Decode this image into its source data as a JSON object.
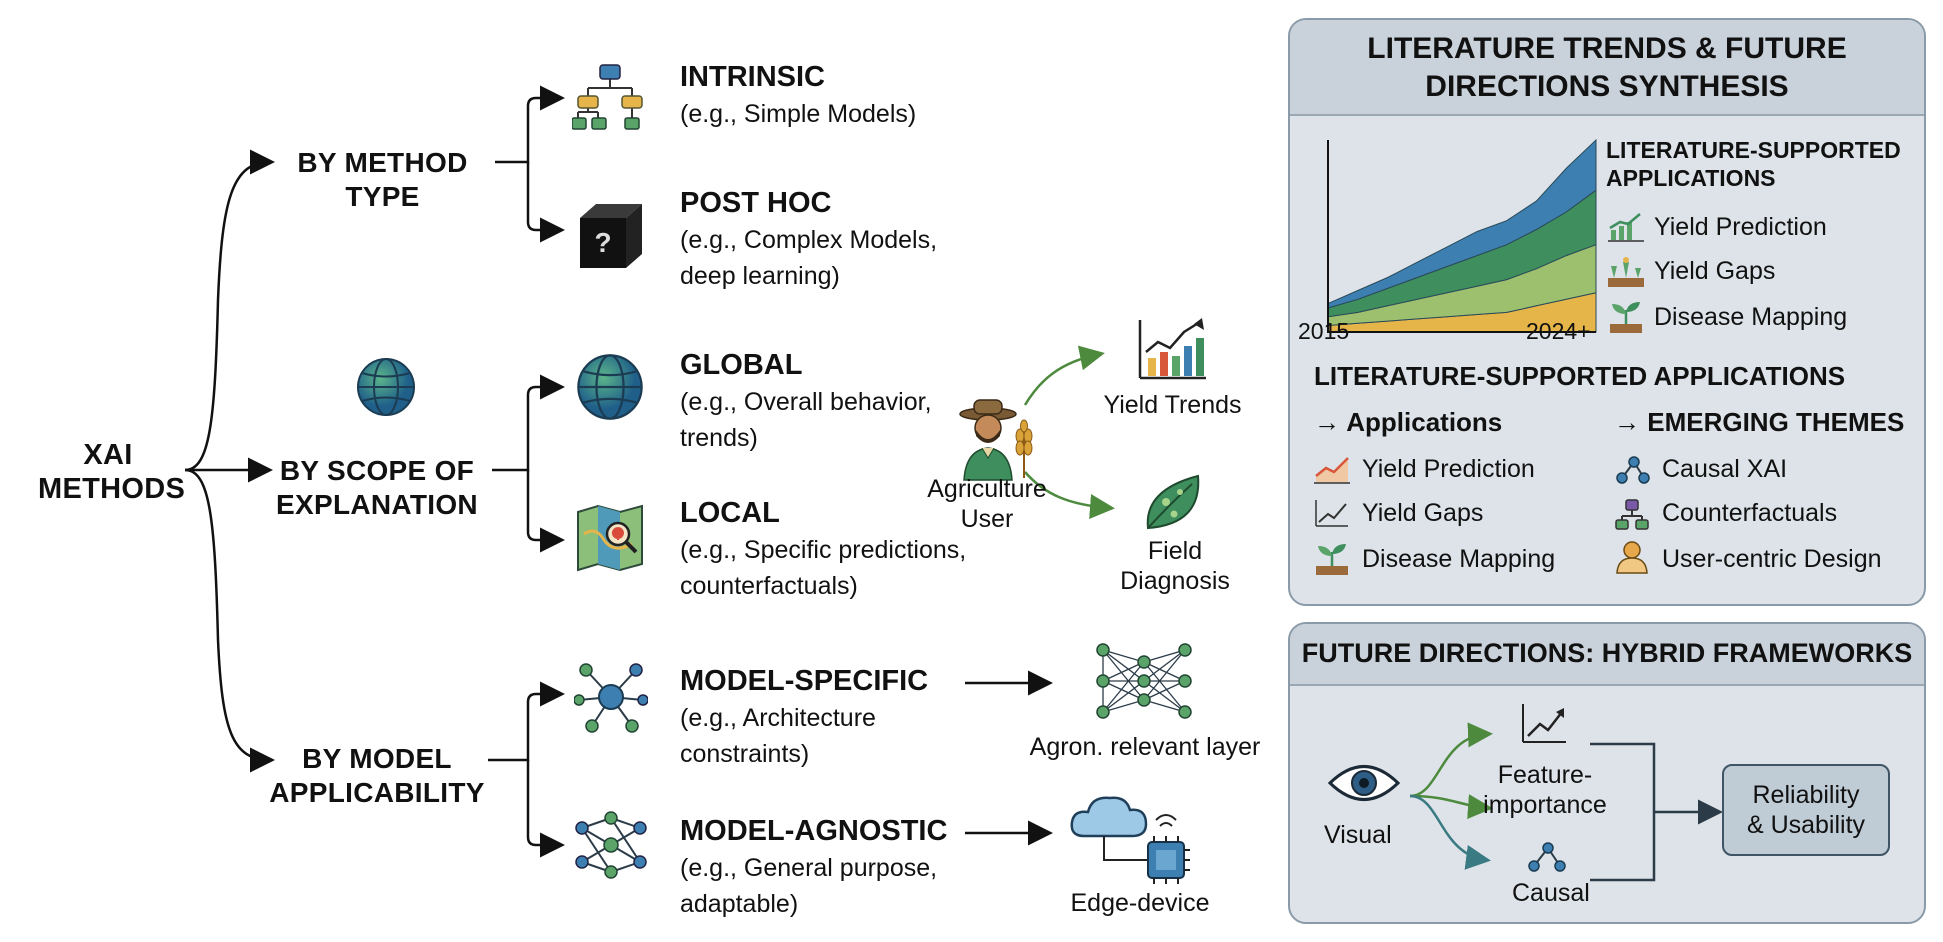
{
  "root": {
    "label": "XAI METHODS"
  },
  "categories": {
    "method_type": "BY METHOD TYPE",
    "scope": "BY SCOPE OF EXPLANATION",
    "applicability": "BY MODEL APPLICABILITY"
  },
  "methods": {
    "intrinsic": {
      "title": "INTRINSIC",
      "desc": "(e.g., Simple Models)"
    },
    "post_hoc": {
      "title": "POST HOC",
      "desc1": "(e.g., Complex Models,",
      "desc2": "deep learning)",
      "icon_glyph": "?"
    },
    "global": {
      "title": "GLOBAL",
      "desc1": "(e.g., Overall behavior,",
      "desc2": "trends)"
    },
    "local": {
      "title": "LOCAL",
      "desc1": "(e.g., Specific predictions,",
      "desc2": "counterfactuals)"
    },
    "model_specific": {
      "title": "MODEL-SPECIFIC",
      "desc1": "(e.g., Architecture",
      "desc2": "constraints)"
    },
    "model_agnostic": {
      "title": "MODEL-AGNOSTIC",
      "desc1": "(e.g., General purpose,",
      "desc2": "adaptable)"
    }
  },
  "agriculture": {
    "user_line1": "Agriculture",
    "user_line2": "User",
    "yield_trends": "Yield Trends",
    "field_line1": "Field",
    "field_line2": "Diagnosis",
    "agron_layer": "Agron. relevant layer",
    "edge_device": "Edge-device"
  },
  "synthesis_panel": {
    "title_line1": "LITERATURE TRENDS & FUTURE",
    "title_line2": "DIRECTIONS SYNTHESIS",
    "axis_start": "2015",
    "axis_end": "2024+",
    "side_heading_line1": "LITERATURE-SUPPORTED",
    "side_heading_line2": "APPLICATIONS",
    "side_items": [
      "Yield Prediction",
      "Yield Gaps",
      "Disease Mapping"
    ],
    "wide_heading": "LITERATURE-SUPPORTED APPLICATIONS",
    "applications_heading": "→ Applications",
    "applications": [
      "Yield Prediction",
      "Yield Gaps",
      "Disease Mapping"
    ],
    "emerging_heading": "→ EMERGING THEMES",
    "emerging": [
      "Causal XAI",
      "Counterfactuals",
      "User-centric Design"
    ]
  },
  "future_panel": {
    "title": "FUTURE DIRECTIONS: HYBRID FRAMEWORKS",
    "visual": "Visual",
    "feature_line1": "Feature-",
    "feature_line2": "importance",
    "causal": "Causal",
    "result_line1": "Reliability",
    "result_line2": "& Usability"
  },
  "colors": {
    "series_blue": "#3d7fb0",
    "series_green": "#3e8f5d",
    "series_lightgreen": "#9cc06e",
    "series_yellow": "#e6b54a",
    "arrow_green": "#4d8a3d",
    "panel_bg": "#dde3e8"
  },
  "chart_data": {
    "type": "area",
    "stacked": true,
    "x_labels": [
      "2015",
      "2024+"
    ],
    "series_colors": [
      "#e6b54a",
      "#9cc06e",
      "#3e8f5d",
      "#3d7fb0"
    ],
    "series": [
      {
        "values": [
          0.03,
          0.04,
          0.05,
          0.06,
          0.07,
          0.08,
          0.09,
          0.12,
          0.15,
          0.18
        ]
      },
      {
        "values": [
          0.04,
          0.05,
          0.07,
          0.09,
          0.11,
          0.13,
          0.15,
          0.17,
          0.2,
          0.22
        ]
      },
      {
        "values": [
          0.04,
          0.06,
          0.08,
          0.1,
          0.12,
          0.14,
          0.16,
          0.18,
          0.2,
          0.25
        ]
      },
      {
        "values": [
          0.02,
          0.04,
          0.05,
          0.07,
          0.09,
          0.11,
          0.11,
          0.13,
          0.2,
          0.23
        ]
      }
    ]
  }
}
